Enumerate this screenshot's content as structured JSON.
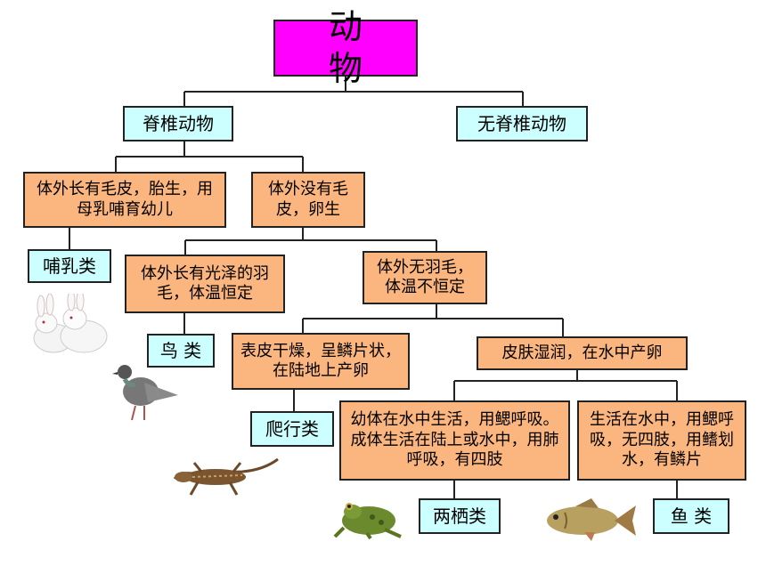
{
  "diagram": {
    "root": "动 物",
    "vertebrate": "脊椎动物",
    "invertebrate": "无脊椎动物",
    "mammal_trait": "体外长有毛皮，胎生，用母乳哺育幼儿",
    "no_fur_trait": "体外没有毛皮，卵生",
    "mammal_label": "哺乳类",
    "feather_trait": "体外长有光泽的羽毛，体温恒定",
    "no_feather_trait": "体外无羽毛，体温不恒定",
    "bird_label": "鸟 类",
    "dry_skin_trait": "表皮干燥，呈鳞片状，在陆地上产卵",
    "moist_skin_trait": "皮肤湿润，在水中产卵",
    "reptile_label": "爬行类",
    "amphibian_trait": "幼体在水中生活，用鳃呼吸。成体生活在陆上或水中，用肺呼吸，有四肢",
    "fish_trait": "生活在水中，用鳃呼吸，无四肢，用鳍划水，有鳞片",
    "amphibian_label": "两栖类",
    "fish_label": "鱼 类"
  },
  "colors": {
    "root_fill": "#ff00ff",
    "category_fill": "#ccffff",
    "trait_fill": "#fbb57f"
  },
  "icons": [
    "rabbit-illustration",
    "pigeon-illustration",
    "lizard-illustration",
    "frog-illustration",
    "fish-illustration"
  ]
}
